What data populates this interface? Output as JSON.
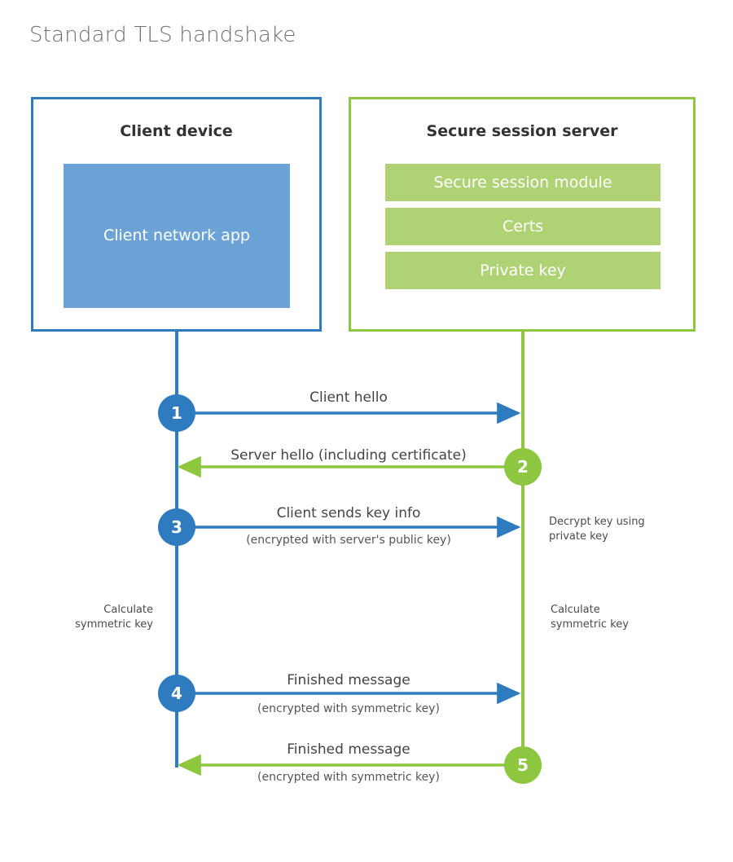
{
  "title": "Standard TLS handshake",
  "colors": {
    "client_accent": "#2E7BBF",
    "client_app_fill": "#6BA3D6",
    "server_accent": "#8DC63F",
    "server_bar_fill": "#AFD275",
    "title_text": "#6E6E6E",
    "body_text": "#444444",
    "background": "#FFFFFF"
  },
  "parties": {
    "client": {
      "title": "Client device",
      "app_label": "Client network app"
    },
    "server": {
      "title": "Secure session server",
      "modules": [
        "Secure session module",
        "Certs",
        "Private key"
      ]
    }
  },
  "steps": [
    {
      "number": "1",
      "label": "Client hello",
      "sub": "",
      "direction": "client-to-server",
      "color": "blue"
    },
    {
      "number": "2",
      "label": "Server hello (including certificate)",
      "sub": "",
      "direction": "server-to-client",
      "color": "green"
    },
    {
      "number": "3",
      "label": "Client sends key info",
      "sub": "(encrypted with server's public key)",
      "direction": "client-to-server",
      "color": "blue"
    },
    {
      "number": "4",
      "label": "Finished message",
      "sub": "(encrypted with symmetric key)",
      "direction": "client-to-server",
      "color": "blue"
    },
    {
      "number": "5",
      "label": "Finished message",
      "sub": "(encrypted with symmetric key)",
      "direction": "server-to-client",
      "color": "green"
    }
  ],
  "annotations": {
    "server_decrypt": "Decrypt key using\nprivate key",
    "client_calculate": "Calculate\nsymmetric key",
    "server_calculate": "Calculate\nsymmetric key"
  }
}
